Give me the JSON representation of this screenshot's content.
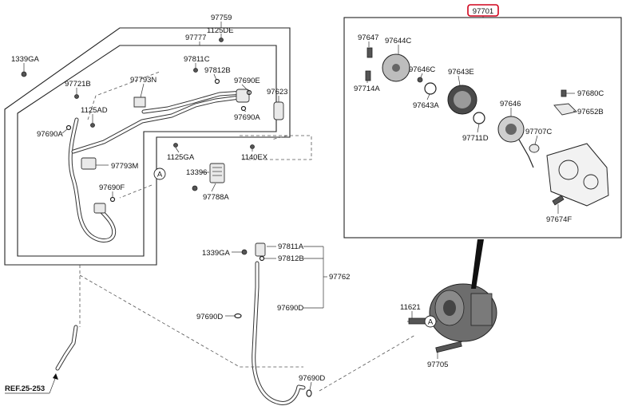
{
  "header": {
    "assembly_code": "97701"
  },
  "callouts": {
    "p97759": "97759",
    "p97777": "97777",
    "p1125DE": "1125DE",
    "p1339GA_top": "1339GA",
    "p97811C": "97811C",
    "p97812B": "97812B",
    "p97793N": "97793N",
    "p97690E": "97690E",
    "p97623": "97623",
    "p97721B": "97721B",
    "p1125AD": "1125AD",
    "p97690A_left": "97690A",
    "p97690A_right": "97690A",
    "p1125GA": "1125GA",
    "p1140EX": "1140EX",
    "p97793M": "97793M",
    "p13396": "13396",
    "p97788A": "97788A",
    "p97690F": "97690F",
    "p97647": "97647",
    "p97644C": "97644C",
    "p97646C": "97646C",
    "p97643E": "97643E",
    "p97714A": "97714A",
    "p97643A": "97643A",
    "p97680C": "97680C",
    "p97646": "97646",
    "p97652B": "97652B",
    "p97711D": "97711D",
    "p97707C": "97707C",
    "p97674F": "97674F",
    "p1339GA_mid": "1339GA",
    "p97811A": "97811A",
    "p97812B_mid": "97812B",
    "p97762": "97762",
    "p97690D_left": "97690D",
    "p97690D_right": "97690D",
    "p97690D_bottom": "97690D",
    "p11621": "11621",
    "p97705": "97705",
    "ref": "REF.25-253",
    "circle_a_1": "A",
    "circle_a_2": "A"
  },
  "colors": {
    "highlight_box": "#d0021b",
    "line": "#222222"
  }
}
